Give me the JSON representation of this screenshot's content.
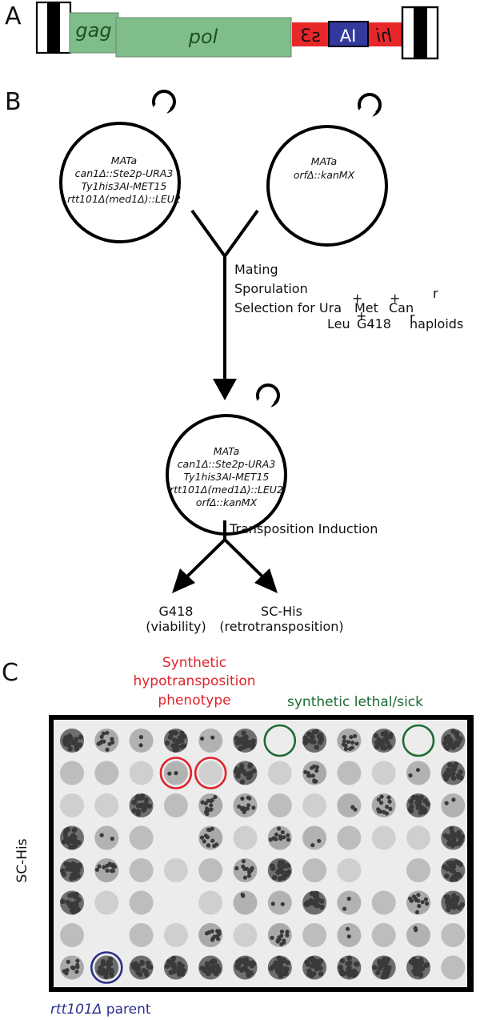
{
  "panels": {
    "A": {
      "letter": "A",
      "elements": {
        "gag": "gag",
        "pol": "pol",
        "his3_left": "s3",
        "ai": "AI",
        "his3_right": "hi"
      },
      "colors": {
        "gag_pol_fill": "#7fbd8a",
        "gag_pol_text": "#1c4f26",
        "his3_fill": "#e8272a",
        "ai_fill": "#33399a",
        "ltr_black": "#000000"
      }
    },
    "B": {
      "letter": "B",
      "strain_left": [
        "MATa",
        "can1Δ::Ste2p-URA3",
        "Ty1his3AI-MET15",
        "rtt101Δ(med1Δ)::LEU2"
      ],
      "strain_right": [
        "MATa",
        "orfΔ::kanMX"
      ],
      "mating_steps": [
        "Mating",
        "Sporulation",
        "Selection for Ura",
        "Met",
        "Can",
        "r",
        "Leu",
        "G418",
        "haploids"
      ],
      "mating_line1": "Mating",
      "mating_line2": "Sporulation",
      "selection": {
        "prefix": "Selection for Ura",
        "met": "Met",
        "can": "Can",
        "r_sup": "r",
        "leu": "Leu",
        "g418": "G418",
        "haploids": "haploids",
        "plus": "+"
      },
      "strain_haploid": [
        "MATa",
        "can1Δ::Ste2p-URA3",
        "Ty1his3AI-MET15",
        "rtt101Δ(med1Δ)::LEU2",
        "orfΔ::kanMX"
      ],
      "induction": "Transposition Induction",
      "outcome_left": [
        "G418",
        "(viability)"
      ],
      "outcome_right": [
        "SC-His",
        "(retrotransposition)"
      ]
    },
    "C": {
      "letter": "C",
      "label_red": [
        "Synthetic",
        "hypotransposition",
        "phenotype"
      ],
      "label_green": "synthetic lethal/sick",
      "label_side": "SC-His",
      "label_blue_italic": "rtt101Δ",
      "label_blue_rest": " parent",
      "colors": {
        "red": "#e0232a",
        "green": "#1e6a34",
        "blue": "#2c2e8a"
      },
      "grid": {
        "rows": 8,
        "cols": 12,
        "legend": "D=dense colonies, M=many colonies, F=few colonies, L=lawn no colonies, E=empty",
        "cells": [
          "DMFDFDEDMDED",
          "LLLFLDLMLLFD",
          "LLDLMMLLFMDF",
          "DFLEMLMFLLLD",
          "DMLLLMDLLELD",
          "DLLELFFDFLMD",
          "LELLMLMLFLFL",
          "MDDDDDDDDDDL"
        ],
        "highlights": [
          {
            "row": 1,
            "col": 3,
            "color": "red"
          },
          {
            "row": 1,
            "col": 4,
            "color": "red"
          },
          {
            "row": 0,
            "col": 6,
            "color": "green"
          },
          {
            "row": 0,
            "col": 10,
            "color": "green"
          },
          {
            "row": 7,
            "col": 1,
            "color": "blue"
          }
        ]
      }
    }
  }
}
